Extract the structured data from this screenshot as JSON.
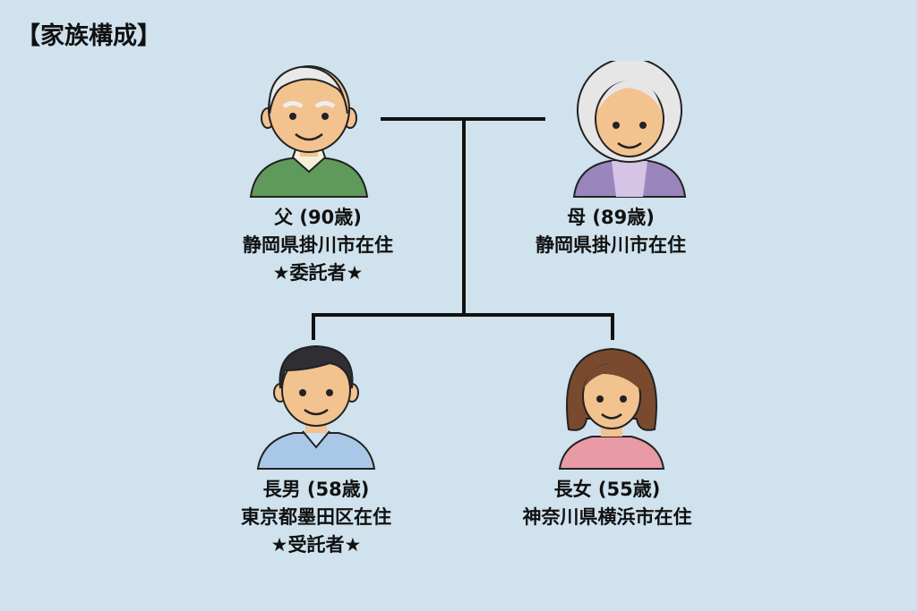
{
  "title": "【家族構成】",
  "members": [
    {
      "name": "父 (90歳)",
      "residence": "静岡県掛川市在住",
      "role": "★委託者★"
    },
    {
      "name": "母 (89歳)",
      "residence": "静岡県掛川市在住"
    },
    {
      "name": "長男 (58歳)",
      "residence": "東京都墨田区在住",
      "role": "★受託者★"
    },
    {
      "name": "長女 (55歳)",
      "residence": "神奈川県横浜市在住"
    }
  ],
  "colors": {
    "background": "#cfe2ed",
    "line": "#111111"
  }
}
